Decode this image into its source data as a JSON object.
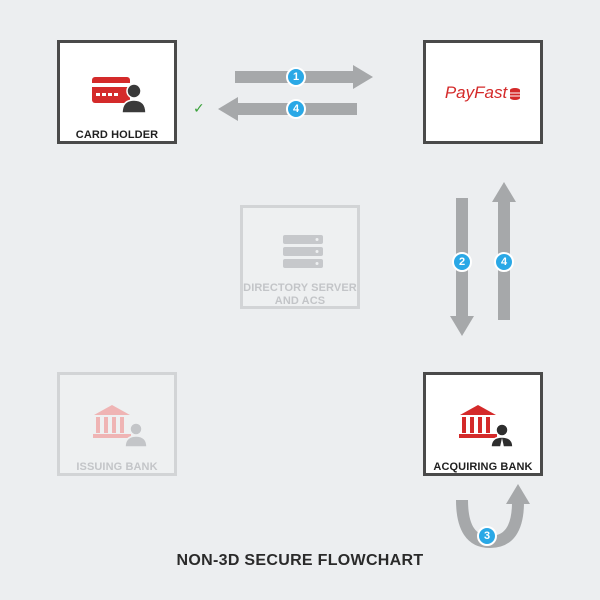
{
  "title": "NON-3D SECURE FLOWCHART",
  "card_holder": {
    "label": "CARD HOLDER",
    "status_mark": "✓"
  },
  "payfast": {
    "logo_text": "PayFast"
  },
  "directory": {
    "label_line1": "DIRECTORY SERVER",
    "label_line2": "AND ACS"
  },
  "issuing_bank": {
    "label": "ISSUING BANK"
  },
  "acquiring_bank": {
    "label": "ACQUIRING BANK"
  },
  "steps": {
    "s1": "1",
    "s4_top": "4",
    "s2": "2",
    "s4_right": "4",
    "s3": "3"
  },
  "colors": {
    "accent_red": "#d42a2a",
    "step_blue": "#2aa8e6",
    "arrow_grey": "#a6a8aa",
    "faded": "#d2d4d6",
    "check_green": "#3aa13a"
  }
}
